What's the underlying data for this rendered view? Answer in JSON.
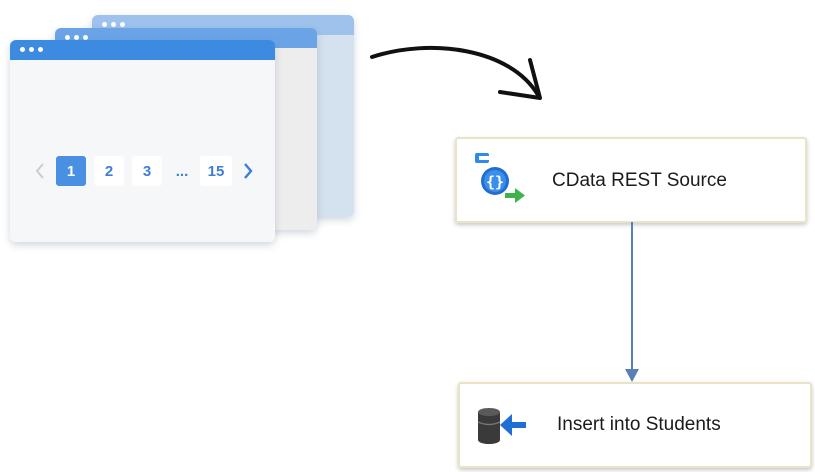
{
  "pagination": {
    "prev_icon": "chevron-left-icon",
    "pages": [
      "1",
      "2",
      "3"
    ],
    "ellipsis": "...",
    "last_page": "15",
    "next_icon": "chevron-right-icon",
    "active_page": "1"
  },
  "source_component": {
    "label": "CData REST Source",
    "icon": "rest-source-icon"
  },
  "destination_component": {
    "label": "Insert into Students",
    "icon": "database-insert-icon"
  },
  "colors": {
    "window_bar": "#3d8be0",
    "page_active": "#4a90e2",
    "connector": "#5a7fb5",
    "component_border": "#e9e3c9"
  }
}
